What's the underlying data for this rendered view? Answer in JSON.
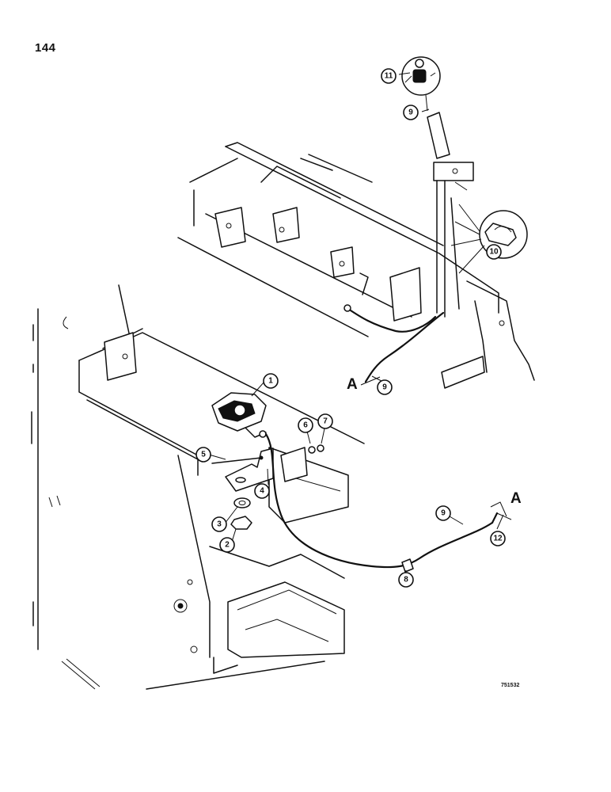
{
  "page_number": "144",
  "drawing_code": "751532",
  "reference_letters": [
    "A",
    "A"
  ],
  "callouts": [
    "1",
    "2",
    "3",
    "4",
    "5",
    "6",
    "7",
    "8",
    "9",
    "9",
    "9",
    "10",
    "11",
    "12"
  ]
}
